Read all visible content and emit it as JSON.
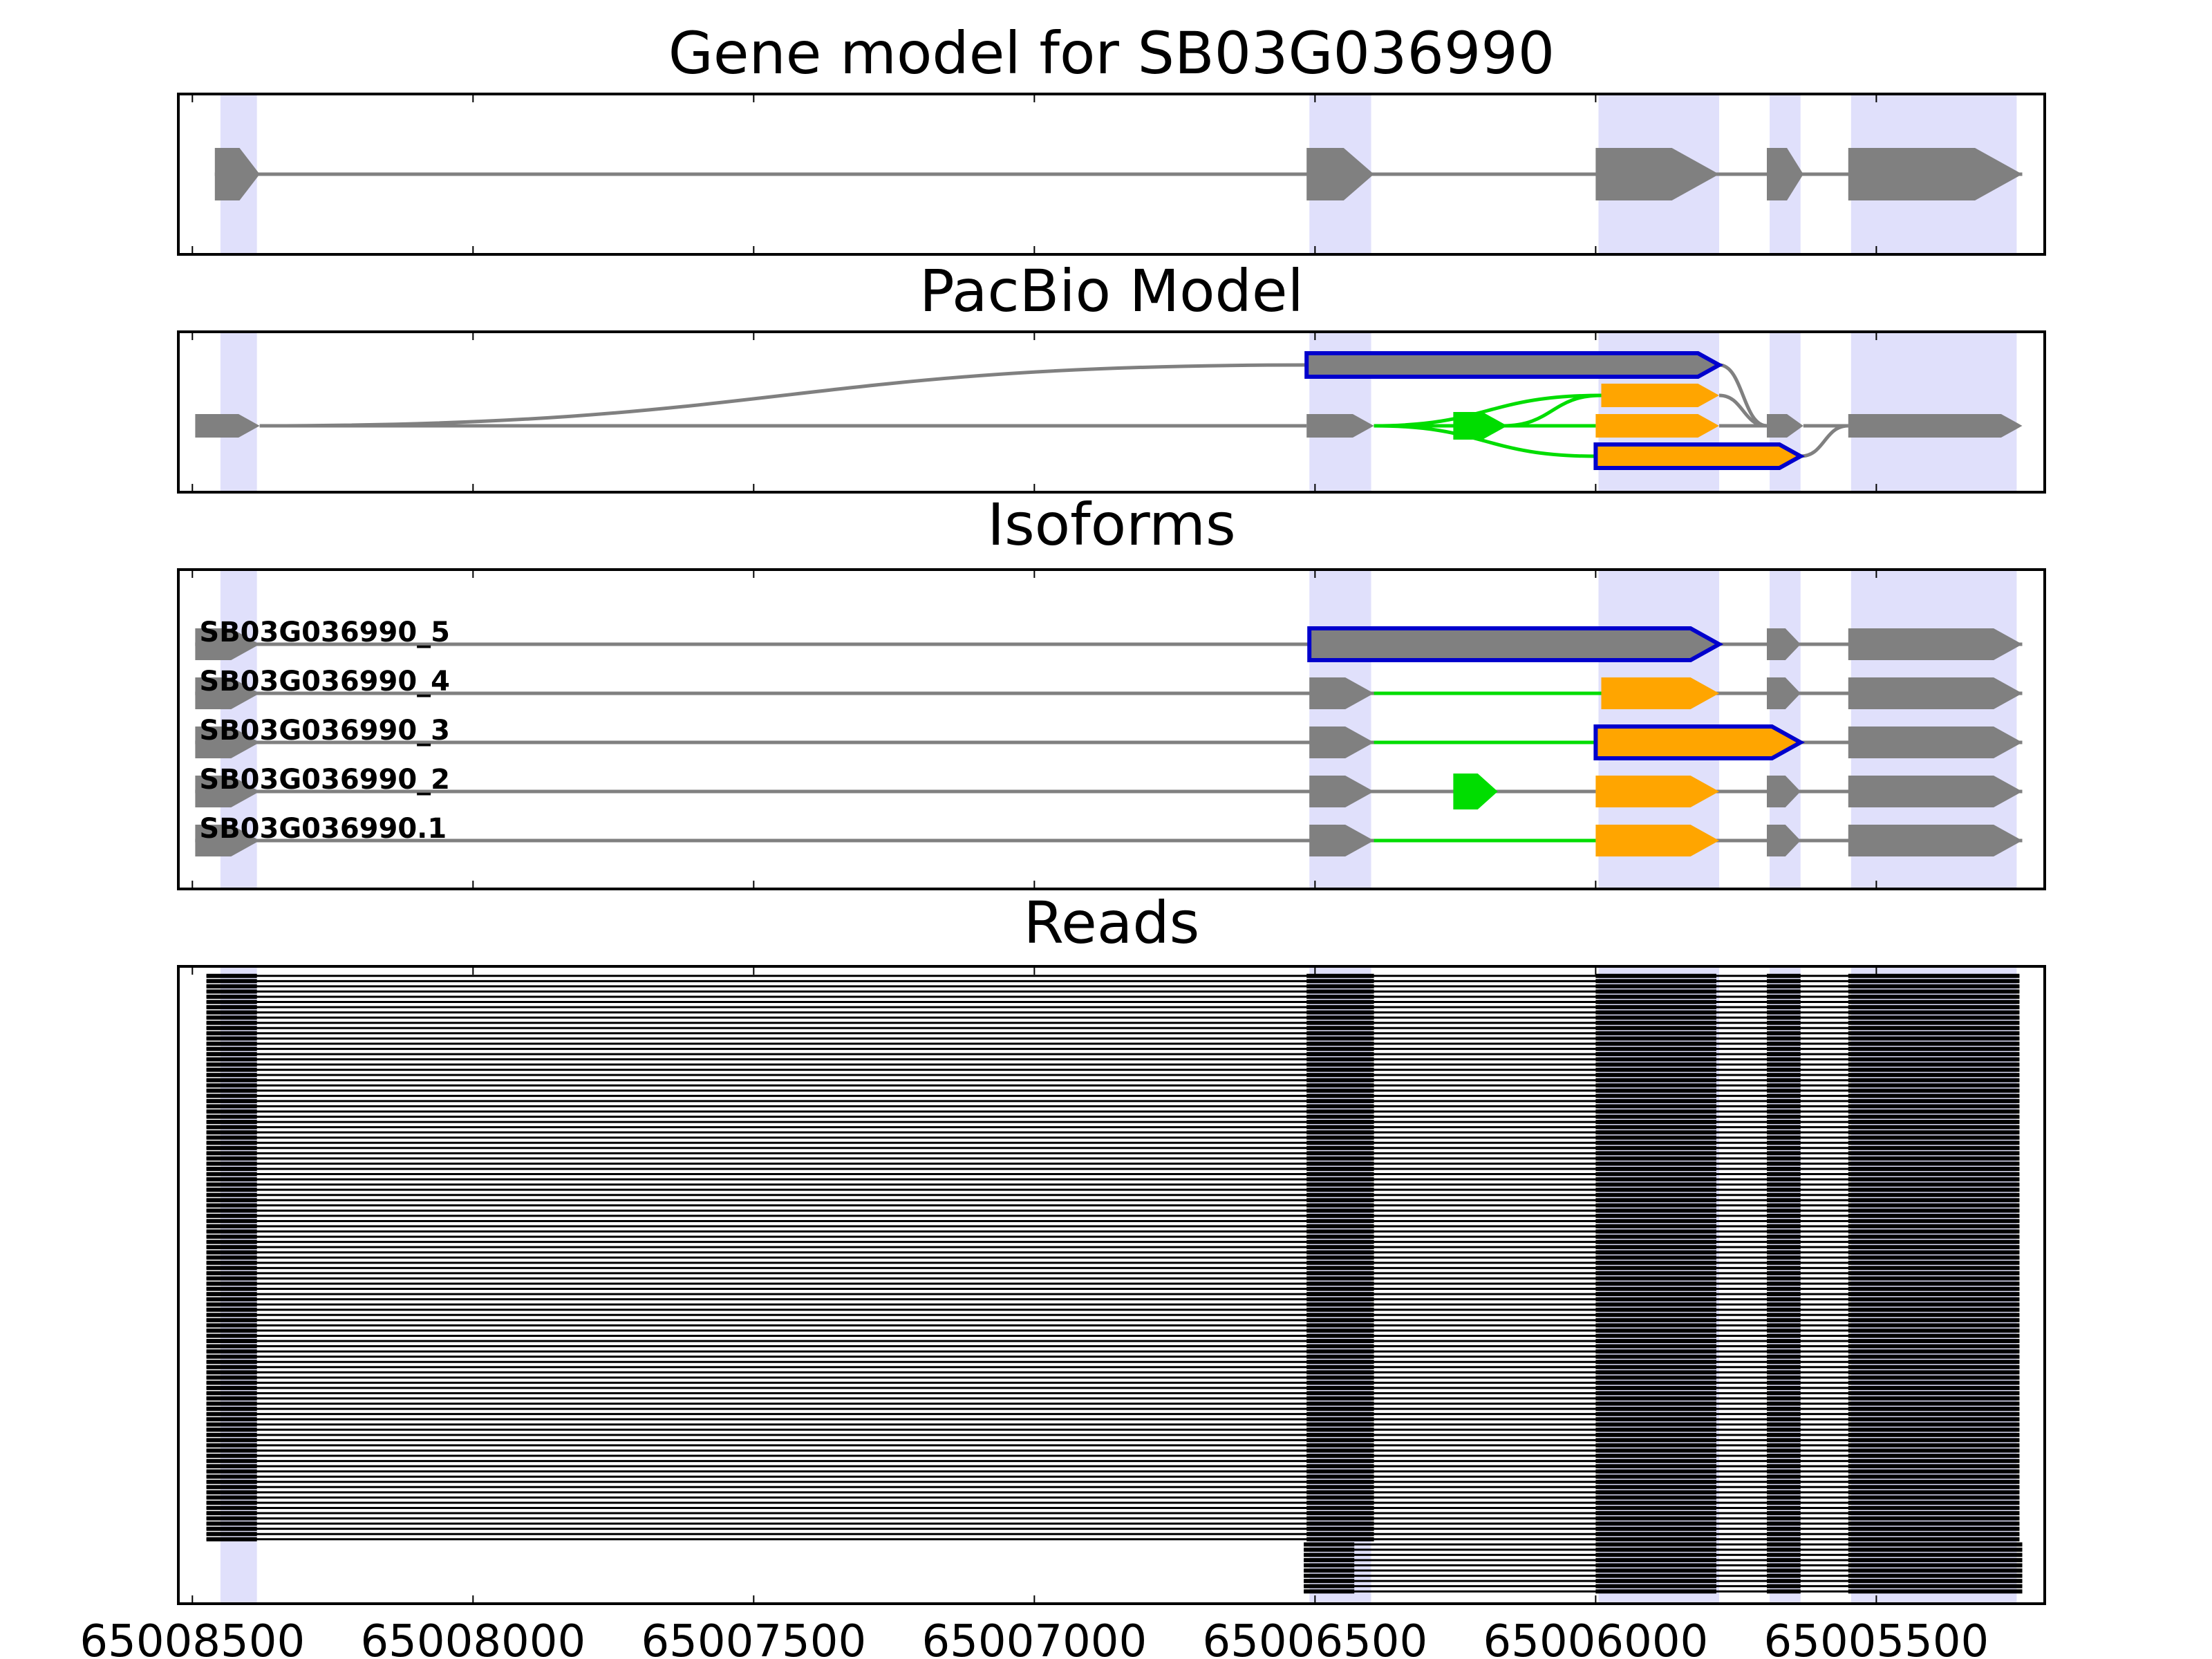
{
  "chart_data": {
    "type": "gene-model",
    "axis": {
      "direction": "reversed",
      "xlim": [
        65008525,
        65005200
      ],
      "ticks": [
        65008500,
        65008000,
        65007500,
        65007000,
        65006500,
        65006000,
        65005500
      ],
      "tick_labels": [
        "65008500",
        "65008000",
        "65007500",
        "65007000",
        "65006500",
        "65006000",
        "65005500"
      ]
    },
    "exon_highlights": [
      [
        65008450,
        65008385
      ],
      [
        65006510,
        65006400
      ],
      [
        65005995,
        65005780
      ],
      [
        65005690,
        65005635
      ],
      [
        65005545,
        65005250
      ]
    ],
    "colors": {
      "exon": "#808080",
      "intron": "#808080",
      "highlight": "#e0e0fb",
      "variant_outline": "#0000cc",
      "novel_exon": "#ffa500",
      "novel_junction": "#00dd00",
      "reads": "#000000",
      "frame": "#000000"
    },
    "panels": [
      {
        "title": "Gene model for SB03G036990",
        "exons": [
          [
            65008460,
            65008380
          ],
          [
            65006515,
            65006395
          ],
          [
            65006000,
            65005780
          ],
          [
            65005695,
            65005630
          ],
          [
            65005550,
            65005240
          ]
        ]
      },
      {
        "title": "PacBio Model",
        "nodes": [
          {
            "id": "e1",
            "start": 65008495,
            "end": 65008380,
            "lane": 0,
            "fill": "#808080"
          },
          {
            "id": "e2a",
            "start": 65006515,
            "end": 65005780,
            "lane": 1,
            "fill": "#808080",
            "outline": "#0000cc"
          },
          {
            "id": "e2",
            "start": 65006515,
            "end": 65006395,
            "lane": 0,
            "fill": "#808080"
          },
          {
            "id": "m1",
            "start": 65006250,
            "end": 65006165,
            "lane": 0,
            "fill": "#00dd00",
            "outline": "#00dd00"
          },
          {
            "id": "e3b",
            "start": 65005990,
            "end": 65005780,
            "lane": 0.5,
            "fill": "#ffa500"
          },
          {
            "id": "e3",
            "start": 65006000,
            "end": 65005780,
            "lane": 0,
            "fill": "#ffa500"
          },
          {
            "id": "e3c",
            "start": 65006000,
            "end": 65005635,
            "lane": -0.5,
            "fill": "#ffa500",
            "outline": "#0000cc"
          },
          {
            "id": "e4",
            "start": 65005695,
            "end": 65005630,
            "lane": 0,
            "fill": "#808080"
          },
          {
            "id": "e5",
            "start": 65005550,
            "end": 65005240,
            "lane": 0,
            "fill": "#808080"
          }
        ],
        "edges": [
          {
            "from": "e1",
            "to": "e2a",
            "color": "#808080"
          },
          {
            "from": "e1",
            "to": "e2",
            "color": "#808080"
          },
          {
            "from": "e2",
            "to": "m1",
            "color": "#00dd00"
          },
          {
            "from": "e2",
            "to": "e3b",
            "color": "#00dd00"
          },
          {
            "from": "e2",
            "to": "e3",
            "color": "#00dd00"
          },
          {
            "from": "e2",
            "to": "e3c",
            "color": "#00dd00"
          },
          {
            "from": "m1",
            "to": "e3b",
            "color": "#00dd00"
          },
          {
            "from": "m1",
            "to": "e3",
            "color": "#00dd00"
          },
          {
            "from": "e2a",
            "to": "e4",
            "color": "#808080"
          },
          {
            "from": "e3b",
            "to": "e4",
            "color": "#808080"
          },
          {
            "from": "e3",
            "to": "e4",
            "color": "#808080"
          },
          {
            "from": "e3c",
            "to": "e5",
            "color": "#808080"
          },
          {
            "from": "e4",
            "to": "e5",
            "color": "#808080"
          }
        ]
      },
      {
        "title": "Isoforms",
        "isoforms": [
          {
            "name": "SB03G036990_5",
            "exons": [
              {
                "start": 65008495,
                "end": 65008380
              },
              {
                "start": 65006510,
                "end": 65005780,
                "fill": "#808080",
                "outline": "#0000cc"
              },
              {
                "start": 65005695,
                "end": 65005635
              },
              {
                "start": 65005550,
                "end": 65005240
              }
            ],
            "junctions": []
          },
          {
            "name": "SB03G036990_4",
            "exons": [
              {
                "start": 65008495,
                "end": 65008380
              },
              {
                "start": 65006510,
                "end": 65006395
              },
              {
                "start": 65005990,
                "end": 65005780,
                "fill": "#ffa500"
              },
              {
                "start": 65005695,
                "end": 65005635
              },
              {
                "start": 65005550,
                "end": 65005240
              }
            ],
            "junctions": [
              {
                "from": 65006395,
                "to": 65005990,
                "color": "#00dd00"
              }
            ]
          },
          {
            "name": "SB03G036990_3",
            "exons": [
              {
                "start": 65008495,
                "end": 65008380
              },
              {
                "start": 65006510,
                "end": 65006395
              },
              {
                "start": 65006000,
                "end": 65005635,
                "fill": "#ffa500",
                "outline": "#0000cc"
              },
              {
                "start": 65005550,
                "end": 65005240
              }
            ],
            "junctions": [
              {
                "from": 65006395,
                "to": 65006000,
                "color": "#00dd00"
              }
            ]
          },
          {
            "name": "SB03G036990_2",
            "exons": [
              {
                "start": 65008495,
                "end": 65008380
              },
              {
                "start": 65006510,
                "end": 65006395
              },
              {
                "start": 65006250,
                "end": 65006180,
                "fill": "#00dd00",
                "outline": "#00dd00"
              },
              {
                "start": 65006000,
                "end": 65005780,
                "fill": "#ffa500"
              },
              {
                "start": 65005695,
                "end": 65005635
              },
              {
                "start": 65005550,
                "end": 65005240
              }
            ],
            "junctions": []
          },
          {
            "name": "SB03G036990.1",
            "exons": [
              {
                "start": 65008495,
                "end": 65008380
              },
              {
                "start": 65006510,
                "end": 65006395
              },
              {
                "start": 65006000,
                "end": 65005780,
                "fill": "#ffa500"
              },
              {
                "start": 65005695,
                "end": 65005635
              },
              {
                "start": 65005550,
                "end": 65005240
              }
            ],
            "junctions": [
              {
                "from": 65006395,
                "to": 65006000,
                "color": "#00dd00"
              }
            ]
          }
        ]
      },
      {
        "title": "Reads",
        "read_groups": [
          {
            "count": 109,
            "start": 65008475,
            "end": 65005245,
            "exons": [
              [
                65008475,
                65008385
              ],
              [
                65006515,
                65006395
              ],
              [
                65006000,
                65005785
              ],
              [
                65005695,
                65005635
              ],
              [
                65005550,
                65005245
              ]
            ]
          },
          {
            "count": 10,
            "start": 65006520,
            "end": 65005240,
            "exons": [
              [
                65006520,
                65006430
              ],
              [
                65006000,
                65005785
              ],
              [
                65005695,
                65005635
              ],
              [
                65005550,
                65005240
              ]
            ]
          }
        ],
        "read_exon_clip": [
          65008470,
          65005255
        ]
      }
    ]
  }
}
